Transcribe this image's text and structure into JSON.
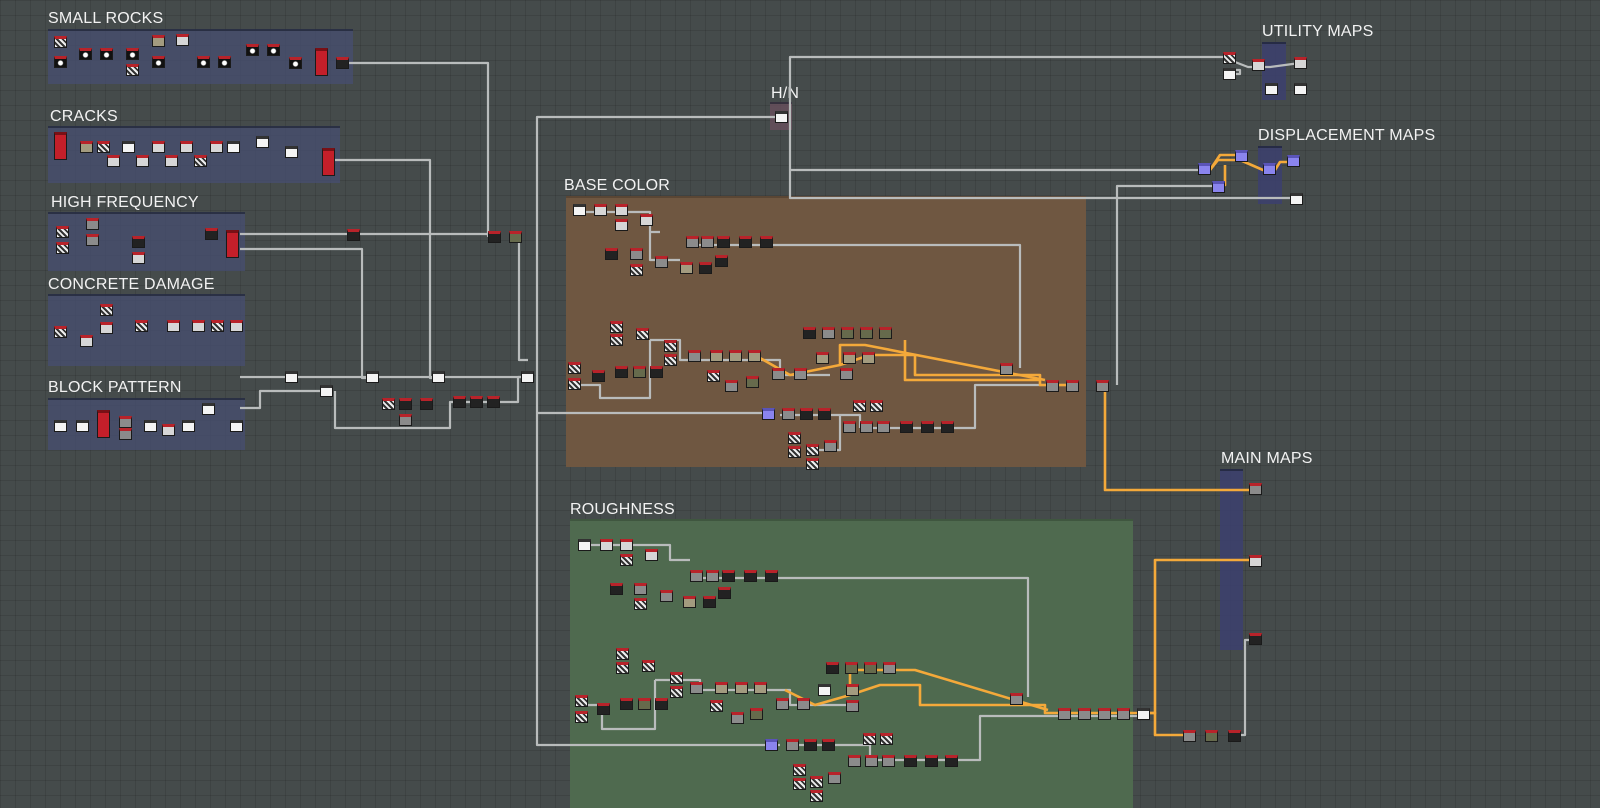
{
  "graph": {
    "frames": {
      "small_rocks": {
        "title": "SMALL ROCKS",
        "color": "#464e6e"
      },
      "cracks": {
        "title": "CRACKS",
        "color": "#464e6e"
      },
      "high_frequency": {
        "title": "HIGH FREQUENCY",
        "color": "#464e6e"
      },
      "concrete_damage": {
        "title": "CONCRETE DAMAGE",
        "color": "#464e6e"
      },
      "block_pattern": {
        "title": "BLOCK PATTERN",
        "color": "#464e6e"
      },
      "hn": {
        "title": "H/N",
        "color": "#6b4f5e"
      },
      "base_color": {
        "title": "BASE COLOR",
        "color": "#6f5741"
      },
      "roughness": {
        "title": "ROUGHNESS",
        "color": "#4f6a4f"
      },
      "utility_maps": {
        "title": "UTILITY MAPS",
        "color": "#3c406e"
      },
      "displacement_maps": {
        "title": "DISPLACEMENT MAPS",
        "color": "#3c406e"
      },
      "main_maps": {
        "title": "MAIN MAPS",
        "color": "#3c406e"
      }
    },
    "colors": {
      "canvas": "#454b4b",
      "wire": "#b9bcbc",
      "wire_highlight": "#f4a93a",
      "node_header": "#b8232a"
    },
    "node_kinds": [
      "dark",
      "light",
      "white",
      "noise",
      "rock",
      "red",
      "purple",
      "tan",
      "gray",
      "olive",
      "blank"
    ]
  }
}
